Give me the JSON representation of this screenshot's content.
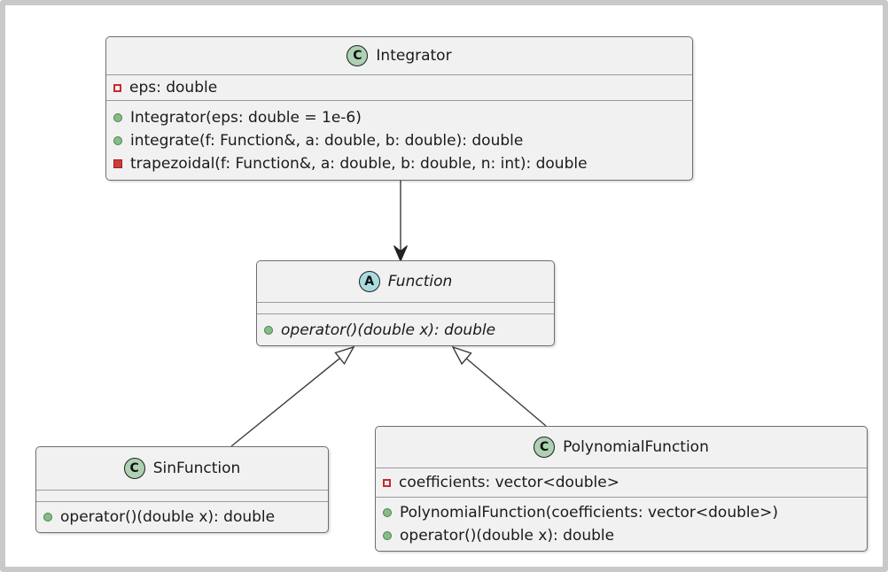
{
  "diagram": {
    "type": "uml-class-diagram",
    "classes": {
      "integrator": {
        "stereotype_letter": "C",
        "stereotype": "class",
        "name": "Integrator",
        "fields": [
          {
            "visibility": "private",
            "text": "eps: double"
          }
        ],
        "methods": [
          {
            "visibility": "public",
            "text": "Integrator(eps: double = 1e-6)"
          },
          {
            "visibility": "public",
            "text": "integrate(f: Function&, a: double, b: double): double"
          },
          {
            "visibility": "private",
            "text": "trapezoidal(f: Function&, a: double, b: double, n: int): double"
          }
        ]
      },
      "function": {
        "stereotype_letter": "A",
        "stereotype": "abstract",
        "name": "Function",
        "fields": [],
        "methods": [
          {
            "visibility": "public",
            "text": "operator()(double x): double"
          }
        ]
      },
      "sinfunction": {
        "stereotype_letter": "C",
        "stereotype": "class",
        "name": "SinFunction",
        "fields": [],
        "methods": [
          {
            "visibility": "public",
            "text": "operator()(double x): double"
          }
        ]
      },
      "polynomialfunction": {
        "stereotype_letter": "C",
        "stereotype": "class",
        "name": "PolynomialFunction",
        "fields": [
          {
            "visibility": "private",
            "text": "coefficients: vector<double>"
          }
        ],
        "methods": [
          {
            "visibility": "public",
            "text": "PolynomialFunction(coefficients: vector<double>)"
          },
          {
            "visibility": "public",
            "text": "operator()(double x): double"
          }
        ]
      }
    },
    "relationships": [
      {
        "from": "Integrator",
        "to": "Function",
        "type": "directed-association"
      },
      {
        "from": "SinFunction",
        "to": "Function",
        "type": "inheritance"
      },
      {
        "from": "PolynomialFunction",
        "to": "Function",
        "type": "inheritance"
      }
    ],
    "colors": {
      "class_badge_fill": "#add1b2",
      "abstract_badge_fill": "#a9dcdf",
      "public_member_green": "#84be84",
      "private_member_red": "#c82930",
      "box_fill": "#f1f1f1",
      "box_border": "#6e6e6e",
      "frame_border": "#c9c9c9",
      "edge_stroke": "#3b3b3b"
    }
  }
}
